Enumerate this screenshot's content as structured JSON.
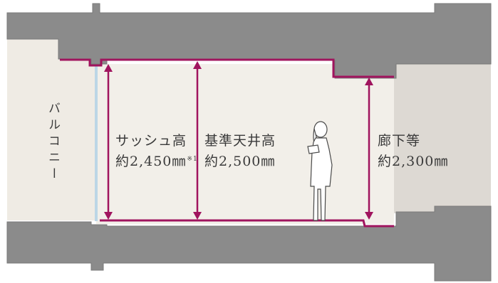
{
  "colors": {
    "concrete": "#8b8b8b",
    "concrete_edge": "#7a7a7a",
    "room_fill": "#f2efe9",
    "balcony_fill": "#efebe4",
    "corridor_fill": "#ddd9d3",
    "accent": "#a0145e",
    "glass": "#bcd6e6",
    "text": "#3a3a3a"
  },
  "labels": {
    "balcony": "バルコニー",
    "sash_height_title": "サッシュ高",
    "sash_height_value": "約2,450㎜",
    "sash_height_note": "※1",
    "ceiling_height_title": "基準天井高",
    "ceiling_height_value": "約2,500㎜",
    "corridor_title": "廊下等",
    "corridor_value": "約2,300㎜"
  },
  "icons": {
    "person": "standing-woman-silhouette"
  }
}
